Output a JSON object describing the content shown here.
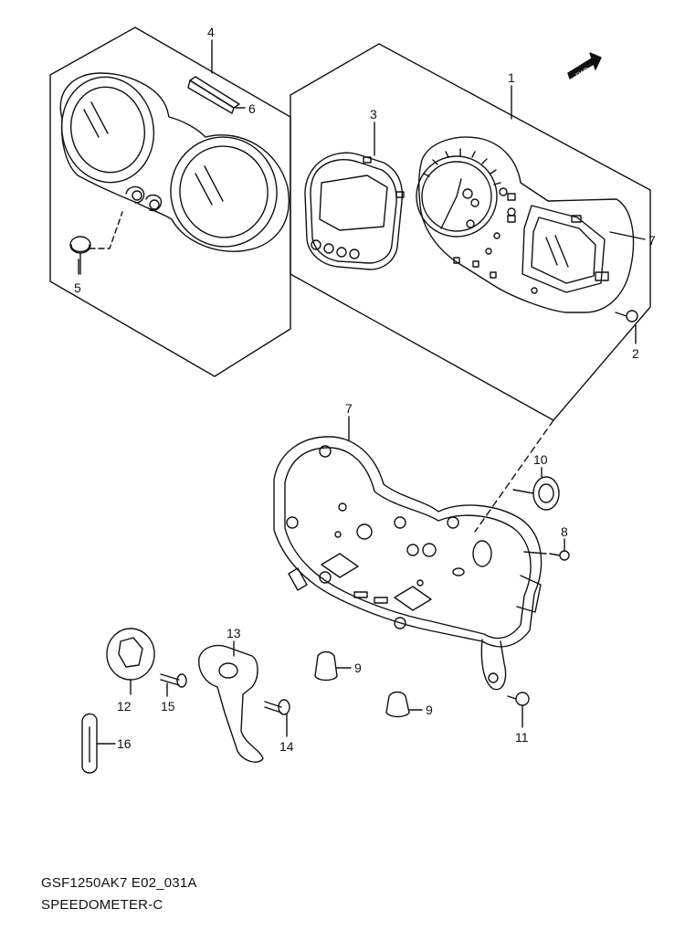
{
  "diagram": {
    "title": "SPEEDOMETER-C",
    "code": "GSF1250AK7 E02_031A",
    "fwd_label": "FWD",
    "callouts": [
      {
        "id": "c1",
        "label": "1"
      },
      {
        "id": "c2",
        "label": "2"
      },
      {
        "id": "c3",
        "label": "3"
      },
      {
        "id": "c4",
        "label": "4"
      },
      {
        "id": "c5",
        "label": "5"
      },
      {
        "id": "c6",
        "label": "6"
      },
      {
        "id": "c7a",
        "label": "7"
      },
      {
        "id": "c7b",
        "label": "7"
      },
      {
        "id": "c8",
        "label": "8"
      },
      {
        "id": "c9a",
        "label": "9"
      },
      {
        "id": "c9b",
        "label": "9"
      },
      {
        "id": "c10",
        "label": "10"
      },
      {
        "id": "c11",
        "label": "11"
      },
      {
        "id": "c12",
        "label": "12"
      },
      {
        "id": "c13",
        "label": "13"
      },
      {
        "id": "c14",
        "label": "14"
      },
      {
        "id": "c15",
        "label": "15"
      },
      {
        "id": "c16",
        "label": "16"
      }
    ]
  }
}
